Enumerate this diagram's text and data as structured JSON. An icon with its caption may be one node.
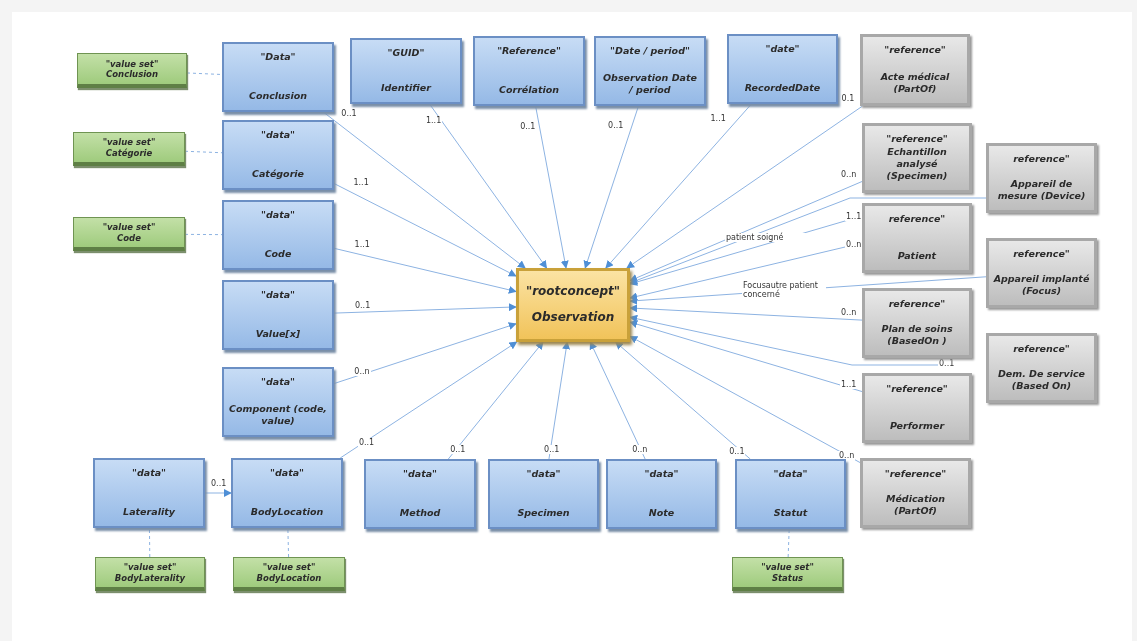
{
  "diagram": {
    "nodes": [
      {
        "text": [
          "\"rootconcept\"",
          "Observation"
        ]
      },
      {
        "text": [
          "\"Data\"",
          "Conclusion"
        ]
      },
      {
        "text": [
          "\"GUID\"",
          "Identifier"
        ]
      },
      {
        "text": [
          "\"Reference\"",
          "Corrélation"
        ]
      },
      {
        "text": [
          "\"Date / period\"",
          "Observation Date / period"
        ]
      },
      {
        "text": [
          "\"date\"",
          "RecordedDate"
        ]
      },
      {
        "text": [
          "\"reference\"",
          "Acte médical (PartOf)"
        ]
      },
      {
        "text": [
          "\"data\"",
          "Catégorie"
        ]
      },
      {
        "text": [
          "\"data\"",
          "Code"
        ]
      },
      {
        "text": [
          "\"reference\"",
          "Echantillon analysé (Specimen)"
        ]
      },
      {
        "text": [
          "reference\"",
          "Appareil de mesure (Device)"
        ]
      },
      {
        "text": [
          "reference\"",
          "Patient"
        ]
      },
      {
        "text": [
          "\"data\"",
          "Value[x]"
        ]
      },
      {
        "text": [
          "reference\"",
          "Appareil implanté (Focus)"
        ]
      },
      {
        "text": [
          "reference\"",
          "Plan de soins (BasedOn )"
        ]
      },
      {
        "text": [
          "reference\"",
          "Dem. De service (Based On)"
        ]
      },
      {
        "text": [
          "\"data\"",
          "Component (code, value)"
        ]
      },
      {
        "text": [
          "\"reference\"",
          "Performer"
        ]
      },
      {
        "text": [
          "\"data\"",
          "Laterality"
        ]
      },
      {
        "text": [
          "\"data\"",
          "BodyLocation"
        ]
      },
      {
        "text": [
          "\"data\"",
          "Method"
        ]
      },
      {
        "text": [
          "\"data\"",
          "Specimen"
        ]
      },
      {
        "text": [
          "\"data\"",
          "Note"
        ]
      },
      {
        "text": [
          "\"data\"",
          "Statut"
        ]
      },
      {
        "text": [
          "\"reference\"",
          "Médication (PartOf)"
        ]
      },
      {
        "text": [
          "\"value set\"",
          "Conclusion"
        ]
      },
      {
        "text": [
          "\"value set\"",
          "Catégorie"
        ]
      },
      {
        "text": [
          "\"value set\"",
          "Code"
        ]
      },
      {
        "text": [
          "\"value set\"",
          "BodyLaterality"
        ]
      },
      {
        "text": [
          "\"value set\"",
          "BodyLocation"
        ]
      },
      {
        "text": [
          "\"value set\"",
          "Status"
        ]
      }
    ],
    "edges": [
      {
        "from": 1,
        "to": 0,
        "arrow": "to",
        "label": "0..1"
      },
      {
        "from": 2,
        "to": 0,
        "arrow": "to",
        "label": "1..1"
      },
      {
        "from": 3,
        "to": 0,
        "arrow": "to",
        "label": "0..1"
      },
      {
        "from": 4,
        "to": 0,
        "arrow": "to",
        "label": "0..1"
      },
      {
        "from": 5,
        "to": 0,
        "arrow": "to",
        "label": "1..1"
      },
      {
        "from": 6,
        "to": 0,
        "arrow": "to",
        "label": "0.1"
      },
      {
        "from": 7,
        "to": 0,
        "arrow": "to",
        "label": "1..1"
      },
      {
        "from": 8,
        "to": 0,
        "arrow": "to",
        "label": "1..1"
      },
      {
        "from": 9,
        "to": 0,
        "arrow": "to",
        "label": "0..n"
      },
      {
        "from": 10,
        "to": 0,
        "arrow": "to"
      },
      {
        "from": 11,
        "to": 0,
        "arrow": "to",
        "label": "patient soigné"
      },
      {
        "from": 11,
        "to": 0,
        "arrow": "to",
        "label": "Focusautre patient concerné"
      },
      {
        "from": 12,
        "to": 0,
        "arrow": "to",
        "label": "0..1"
      },
      {
        "from": 13,
        "to": 0,
        "arrow": "to"
      },
      {
        "from": 14,
        "to": 0,
        "arrow": "to",
        "label": "0..n"
      },
      {
        "from": 15,
        "to": 0,
        "arrow": "to",
        "label": "0..1"
      },
      {
        "from": 16,
        "to": 0,
        "arrow": "to",
        "label": "0..n"
      },
      {
        "from": 17,
        "to": 0,
        "arrow": "to",
        "label": "1..1"
      },
      {
        "from": 19,
        "to": 0,
        "arrow": "to",
        "label": "0..1"
      },
      {
        "from": 20,
        "to": 0,
        "arrow": "to",
        "label": "0..1"
      },
      {
        "from": 21,
        "to": 0,
        "arrow": "to",
        "label": "0..1"
      },
      {
        "from": 22,
        "to": 0,
        "arrow": "to",
        "label": "0..n"
      },
      {
        "from": 23,
        "to": 0,
        "arrow": "to",
        "label": "0..1"
      },
      {
        "from": 24,
        "to": 0,
        "arrow": "to",
        "label": "0..n"
      },
      {
        "from": 18,
        "to": 19,
        "arrow": "to",
        "label": "0..1"
      },
      {
        "from": 25,
        "to": 1,
        "arrow": "none",
        "style": "dashed"
      },
      {
        "from": 26,
        "to": 7,
        "arrow": "none",
        "style": "dashed"
      },
      {
        "from": 27,
        "to": 8,
        "arrow": "none",
        "style": "dashed"
      },
      {
        "from": 28,
        "to": 18,
        "arrow": "none",
        "style": "dashed"
      },
      {
        "from": 29,
        "to": 19,
        "arrow": "none",
        "style": "dashed"
      },
      {
        "from": 30,
        "to": 23,
        "arrow": "none",
        "style": "dashed"
      }
    ],
    "labels": [
      "1..1",
      "0..n"
    ]
  }
}
